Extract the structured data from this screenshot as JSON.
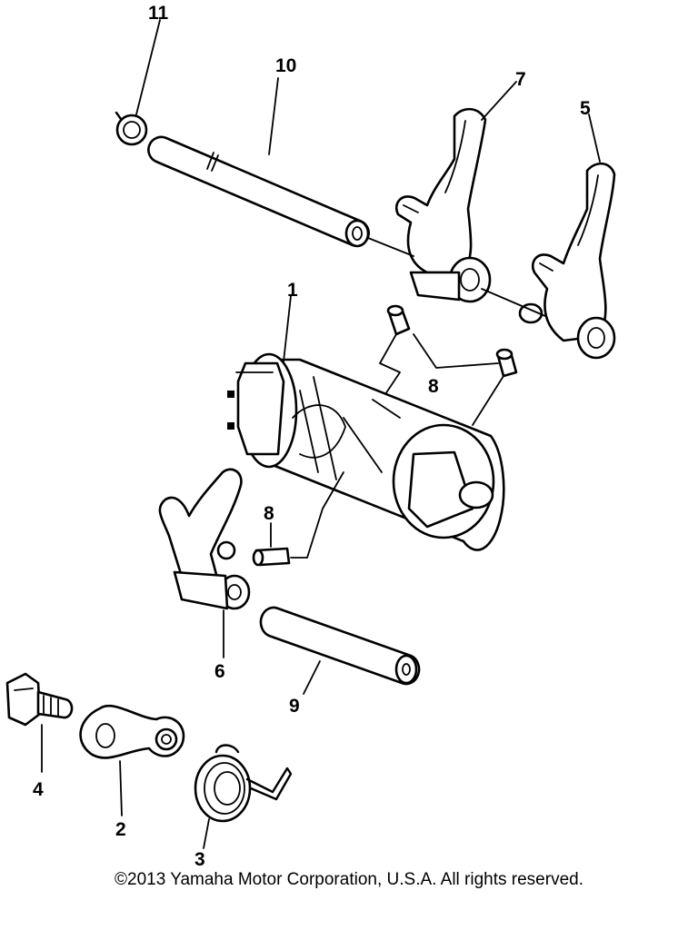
{
  "callouts": {
    "c1": "1",
    "c2": "2",
    "c3": "3",
    "c4": "4",
    "c5": "5",
    "c6": "6",
    "c7": "7",
    "c8a": "8",
    "c8b": "8",
    "c9": "9",
    "c10": "10",
    "c11": "11"
  },
  "footer": {
    "copyright": "©2013 Yamaha Motor Corporation, U.S.A. All rights reserved."
  },
  "colors": {
    "ink": "#000000",
    "paper": "#ffffff"
  }
}
